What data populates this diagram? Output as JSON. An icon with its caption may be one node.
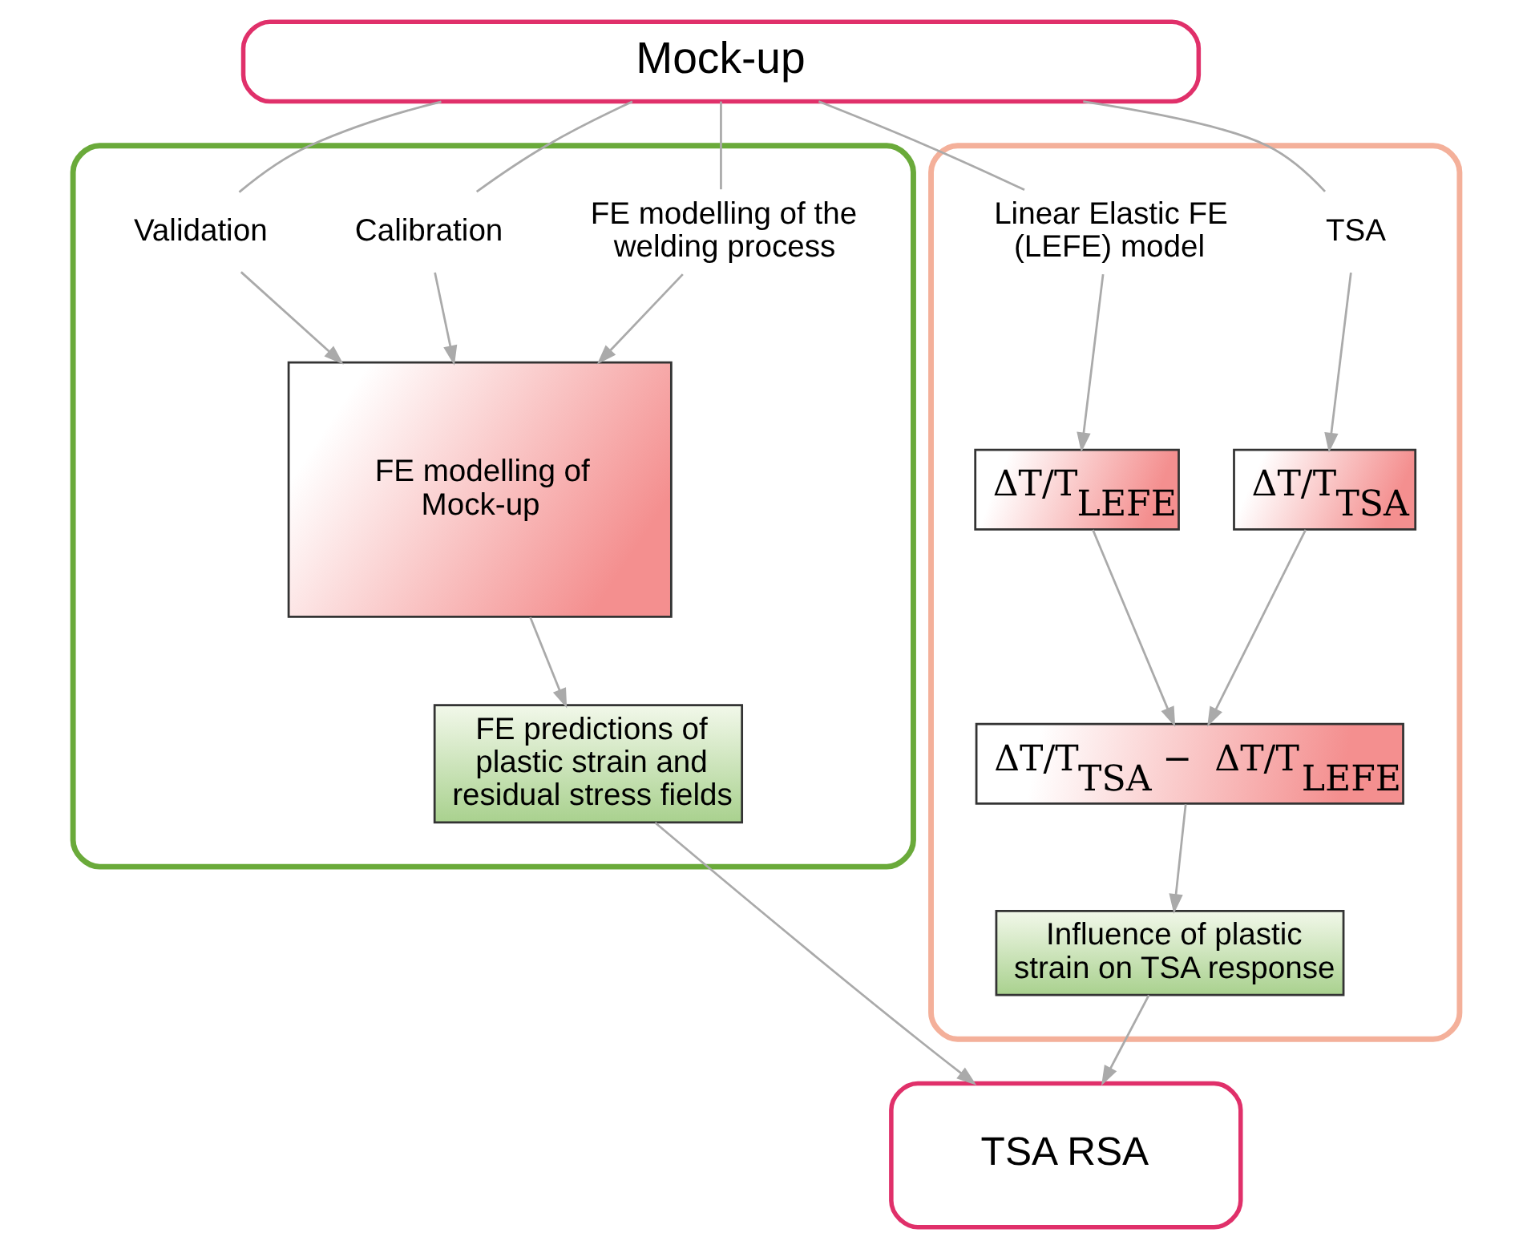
{
  "diagram": {
    "nodes": [
      {
        "text": [
          "Mock-up"
        ]
      },
      {
        "text": [],
        "shape": "box"
      },
      {
        "text": [
          "FE modelling of the welding process"
        ],
        "in": 1
      },
      {
        "text": [
          "Calibration"
        ],
        "in": 1
      },
      {
        "text": [
          "Validation"
        ],
        "in": 1
      },
      {
        "text": [
          "FE modelling of Mock-up"
        ],
        "in": 1
      },
      {
        "text": [
          "FE predictions of plastic strain and residual stress fields"
        ],
        "in": 1
      },
      {
        "text": [],
        "shape": "box"
      },
      {
        "text": [
          "TSA"
        ],
        "in": 7
      },
      {
        "text": [
          "Linear Elastic FE (LEFE) model"
        ],
        "in": 7
      },
      {
        "text": [
          "ΔT/T$_{TSA}$"
        ],
        "in": 7
      },
      {
        "text": [
          "ΔT/T$_{LEFE}$"
        ],
        "in": 7
      },
      {
        "text": [
          "ΔT/T$_{TSA}$ − ΔT/T$_{LEFE}$"
        ],
        "in": 7
      },
      {
        "text": [
          "Influence of plastic strain on TSA response"
        ],
        "in": 7
      },
      {
        "text": [
          "TSA RSA"
        ]
      }
    ],
    "edges": [
      {
        "from": 0,
        "to": 2,
        "arrow": "none"
      },
      {
        "from": 0,
        "to": 3,
        "arrow": "none"
      },
      {
        "from": 0,
        "to": 4,
        "arrow": "none"
      },
      {
        "from": 0,
        "to": 8,
        "arrow": "none"
      },
      {
        "from": 0,
        "to": 9,
        "arrow": "none"
      },
      {
        "from": 2,
        "to": 5,
        "arrow": "to"
      },
      {
        "from": 3,
        "to": 5,
        "arrow": "to"
      },
      {
        "from": 4,
        "to": 5,
        "arrow": "to"
      },
      {
        "from": 5,
        "to": 6,
        "arrow": "to"
      },
      {
        "from": 8,
        "to": 10,
        "arrow": "to"
      },
      {
        "from": 9,
        "to": 11,
        "arrow": "to"
      },
      {
        "from": 10,
        "to": 12,
        "arrow": "to"
      },
      {
        "from": 11,
        "to": 12,
        "arrow": "to"
      },
      {
        "from": 12,
        "to": 13,
        "arrow": "to"
      },
      {
        "from": 6,
        "to": 14,
        "arrow": "to"
      },
      {
        "from": 13,
        "to": 14,
        "arrow": "to"
      }
    ]
  }
}
